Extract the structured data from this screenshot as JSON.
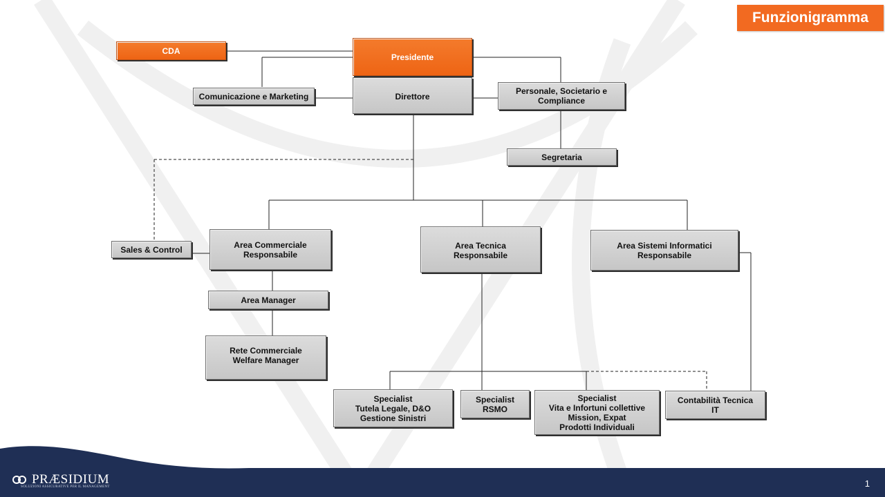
{
  "slide": {
    "title": "Funzionigramma",
    "page_number": "1"
  },
  "logo": {
    "name": "PRÆSIDIUM",
    "tagline": "SOLUZIONI ASSICURATIVE PER IL MANAGEMENT"
  },
  "colors": {
    "accent": "#f26a21",
    "box_fill": "#d0d0d0",
    "footer": "#1f2f55"
  },
  "nodes": {
    "cda": "CDA",
    "presidente": "Presidente",
    "direttore": "Direttore",
    "comunicazione": "Comunicazione e Marketing",
    "personale": "Personale, Societario e\nCompliance",
    "segretaria": "Segretaria",
    "sales_control": "Sales & Control",
    "area_commerciale": "Area Commerciale\nResponsabile",
    "area_tecnica": "Area Tecnica\nResponsabile",
    "area_sistemi": "Area Sistemi Informatici\nResponsabile",
    "area_manager": "Area Manager",
    "rete_commerciale": "Rete Commerciale\nWelfare Manager",
    "specialist_tutela": "Specialist\nTutela Legale, D&O\nGestione  Sinistri",
    "specialist_rsmo": "Specialist\nRSMO",
    "specialist_vita": "Specialist\nVita e Infortuni  collettive\nMission, Expat\nProdotti Individuali",
    "contabilita": "Contabilità  Tecnica\nIT"
  }
}
